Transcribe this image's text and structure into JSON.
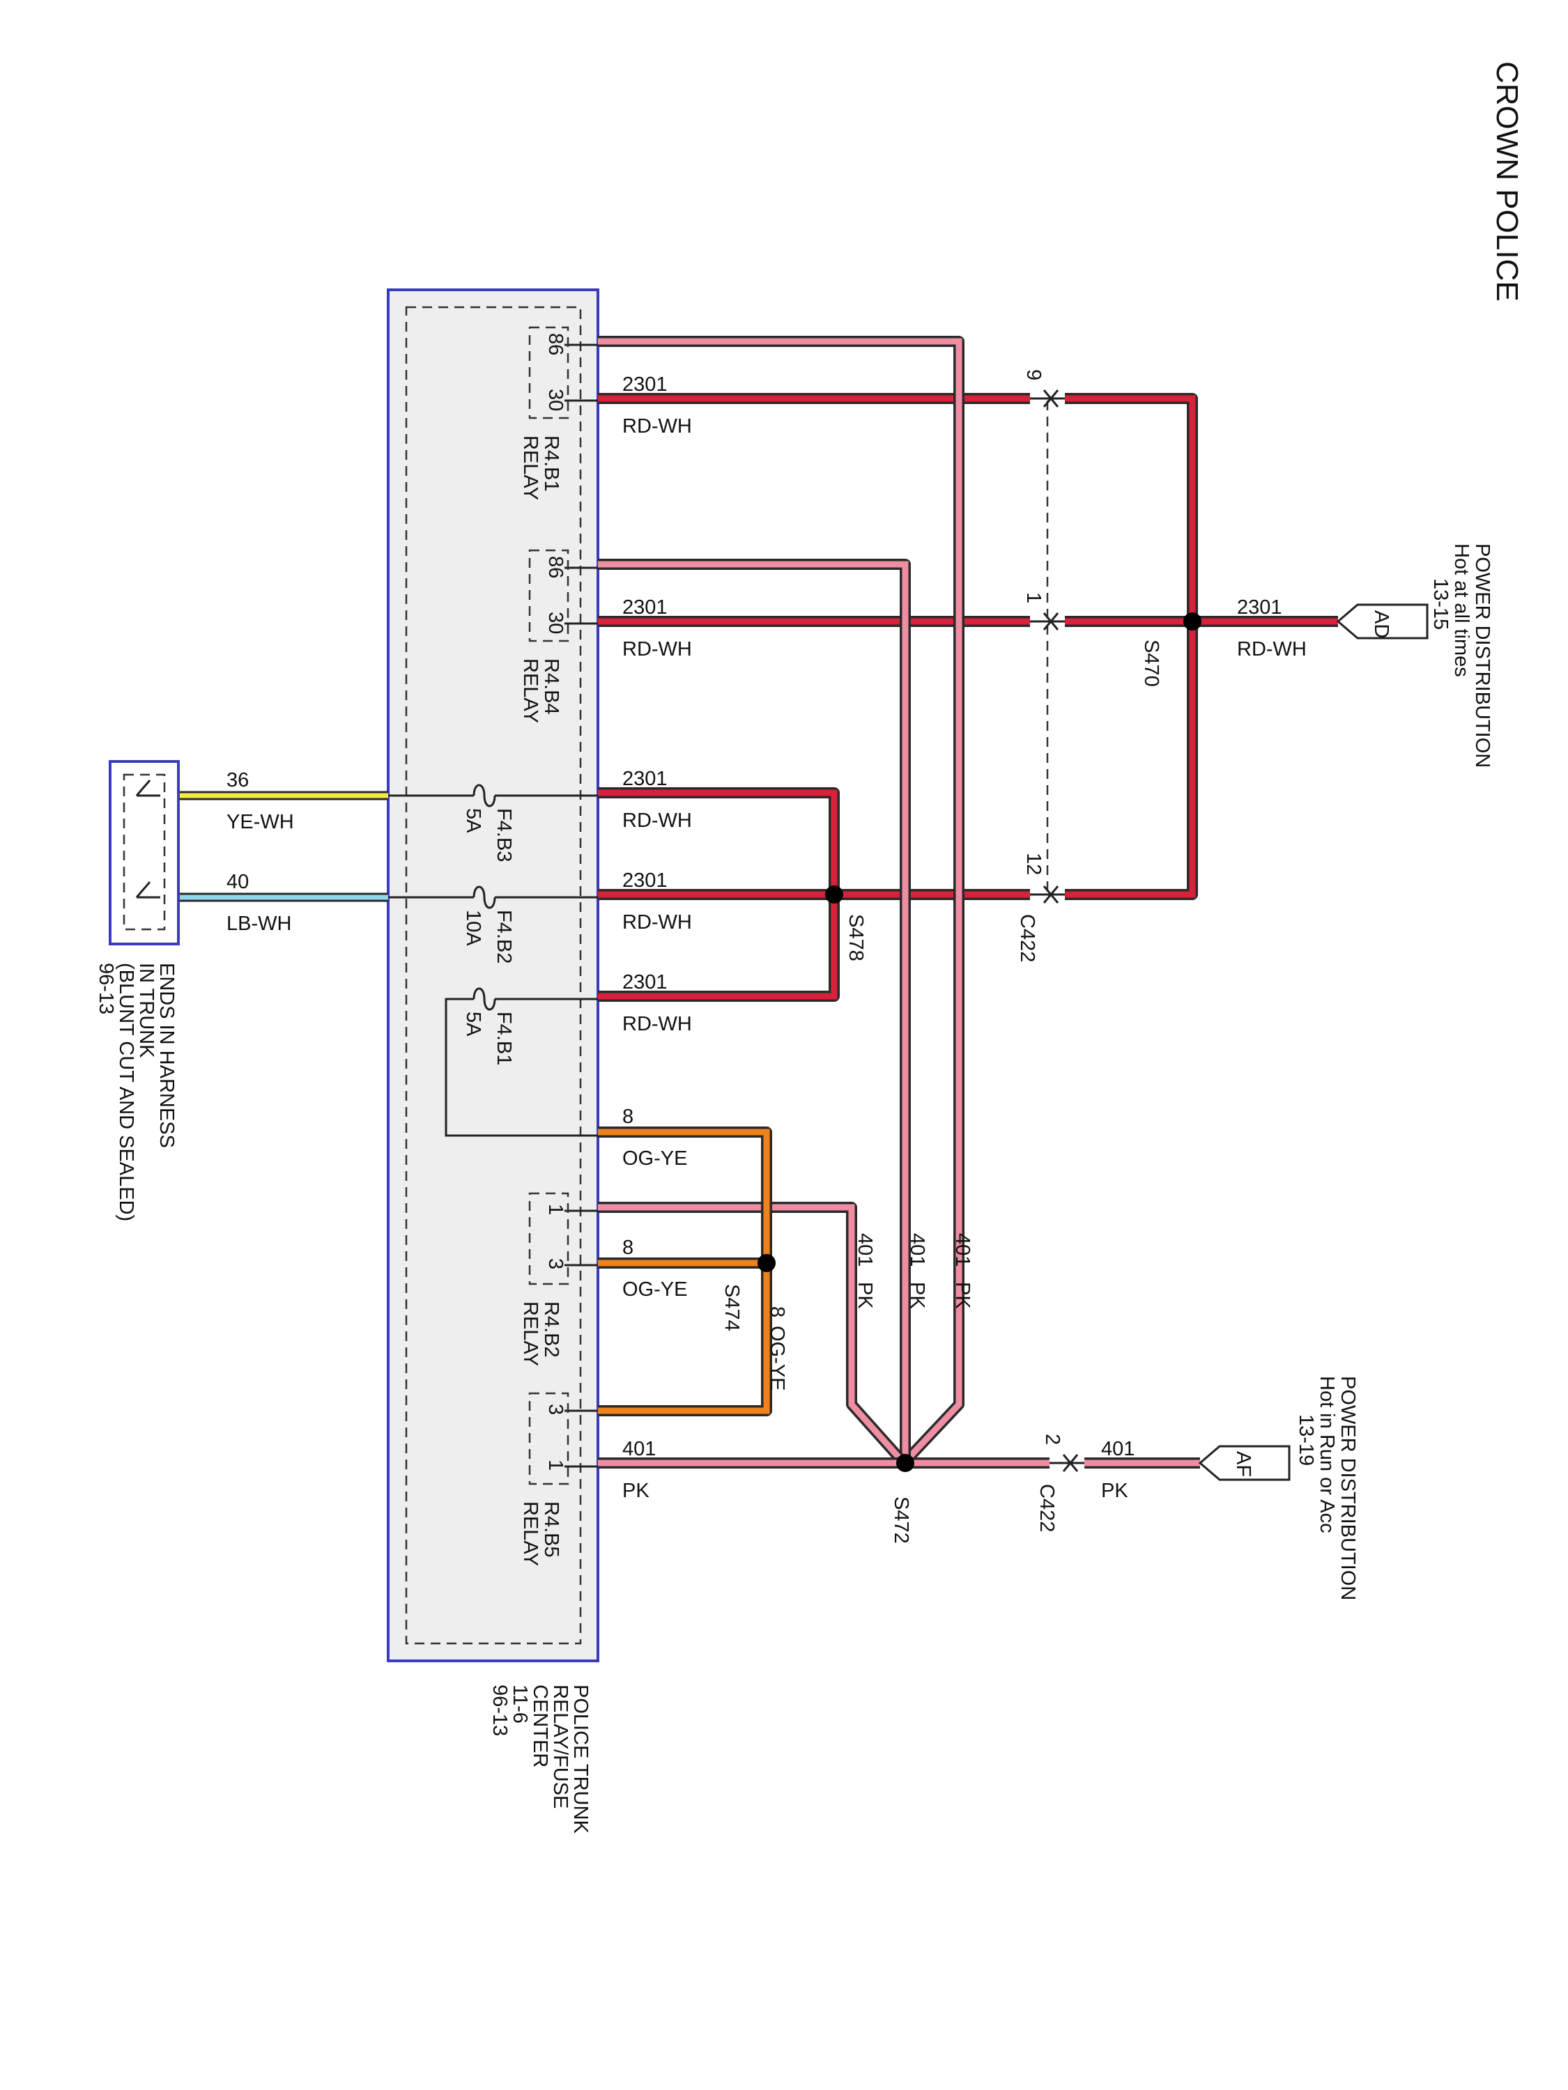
{
  "title": "CROWN POLICE",
  "colors": {
    "RD-WH": "#d8213a",
    "PK": "#ef8ea2",
    "OG-YE": "#f0821e",
    "YE-WH": "#f3ea45",
    "LB-WH": "#8fd6ee",
    "module_fill": "#eeeeee",
    "module_border": "#3b3bbf"
  },
  "power_sources": {
    "ad": {
      "tag": "AD",
      "lines": [
        "POWER DISTRIBUTION",
        "Hot at all times",
        "13-15"
      ],
      "circuit": "2301",
      "color": "RD-WH"
    },
    "af": {
      "tag": "AF",
      "lines": [
        "POWER DISTRIBUTION",
        "Hot in Run or Acc",
        "13-19"
      ],
      "circuit": "401",
      "color": "PK"
    }
  },
  "splices": {
    "s470": "S470",
    "s478": "S478",
    "s474": "S474",
    "s472": "S472"
  },
  "connector": {
    "name": "C422",
    "pins": {
      "p9": "9",
      "p1": "1",
      "p12": "12",
      "p2": "2"
    }
  },
  "relays": {
    "b1": {
      "name": "R4.B1",
      "type": "RELAY",
      "pins": [
        "86",
        "30"
      ]
    },
    "b4": {
      "name": "R4.B4",
      "type": "RELAY",
      "pins": [
        "86",
        "30"
      ]
    },
    "b2": {
      "name": "R4.B2",
      "type": "RELAY",
      "pins": [
        "1",
        "3"
      ]
    },
    "b5": {
      "name": "R4.B5",
      "type": "RELAY",
      "pins": [
        "3",
        "1"
      ]
    }
  },
  "fuses": {
    "b3": {
      "name": "F4.B3",
      "rating": "5A"
    },
    "b2": {
      "name": "F4.B2",
      "rating": "10A"
    },
    "b1": {
      "name": "F4.B1",
      "rating": "5A"
    }
  },
  "wires": {
    "w1": {
      "circuit": "2301",
      "color": "RD-WH"
    },
    "w2": {
      "circuit": "2301",
      "color": "RD-WH"
    },
    "w3": {
      "circuit": "2301",
      "color": "RD-WH"
    },
    "w4": {
      "circuit": "2301",
      "color": "RD-WH"
    },
    "w5": {
      "circuit": "2301",
      "color": "RD-WH"
    },
    "w6": {
      "circuit": "8",
      "color": "OG-YE"
    },
    "w7": {
      "circuit": "8",
      "color": "OG-YE"
    },
    "w8": {
      "circuit": "401",
      "color": "PK"
    },
    "w9": {
      "circuit": "401",
      "color": "PK"
    },
    "w10": {
      "circuit": "36",
      "color": "YE-WH"
    },
    "w11": {
      "circuit": "40",
      "color": "LB-WH"
    },
    "w12": {
      "circuit": "2301",
      "color": "RD-WH"
    }
  },
  "vertical_wires": {
    "v1": {
      "circuit": "401",
      "color": "PK"
    },
    "v2": {
      "circuit": "401",
      "color": "PK"
    },
    "v3": {
      "circuit": "401",
      "color": "PK"
    },
    "v4": {
      "circuit": "8",
      "color": "OG-YE"
    }
  },
  "module": {
    "lines": [
      "POLICE TRUNK",
      "RELAY/FUSE",
      "CENTER",
      "11-6",
      "96-13"
    ]
  },
  "trunk_end": {
    "lines": [
      "ENDS IN HARNESS",
      "IN TRUNK",
      "(BLUNT CUT AND SEALED)",
      "96-13"
    ]
  }
}
